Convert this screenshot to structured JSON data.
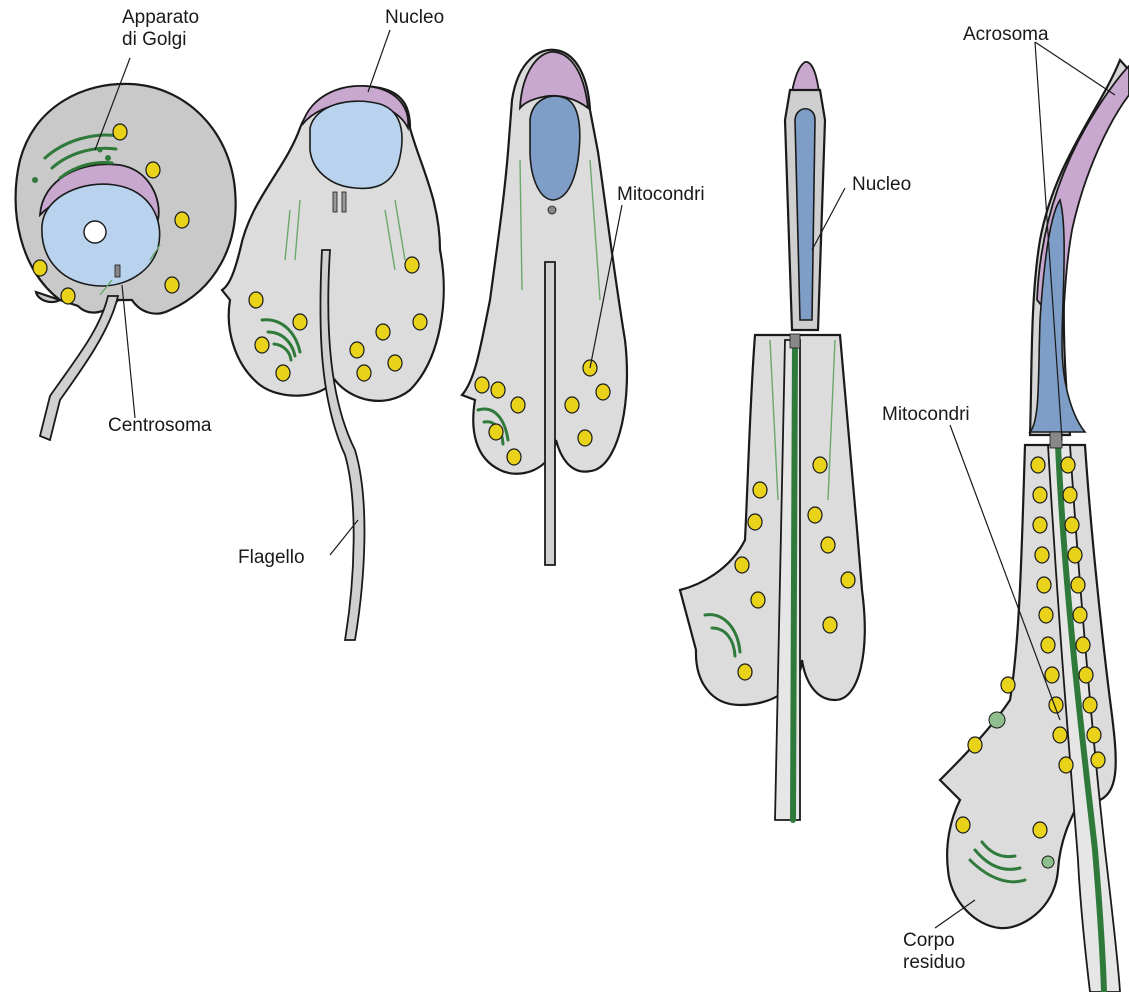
{
  "labels": {
    "golgi": "Apparato\ndi Golgi",
    "nucleus_1": "Nucleo",
    "centrosome": "Centrosoma",
    "flagellum": "Flagello",
    "mitochondria_1": "Mitocondri",
    "nucleus_2": "Nucleo",
    "acrosome": "Acrosoma",
    "mitochondria_2": "Mitocondri",
    "residual_body": "Corpo\nresiduo"
  },
  "colors": {
    "cytoplasm": "#dcdcdc",
    "nucleus": "#b9d3ee",
    "acrosome": "#c9a8cf",
    "mitochondria": "#e8d21a",
    "golgi": "#2f7a3a"
  }
}
